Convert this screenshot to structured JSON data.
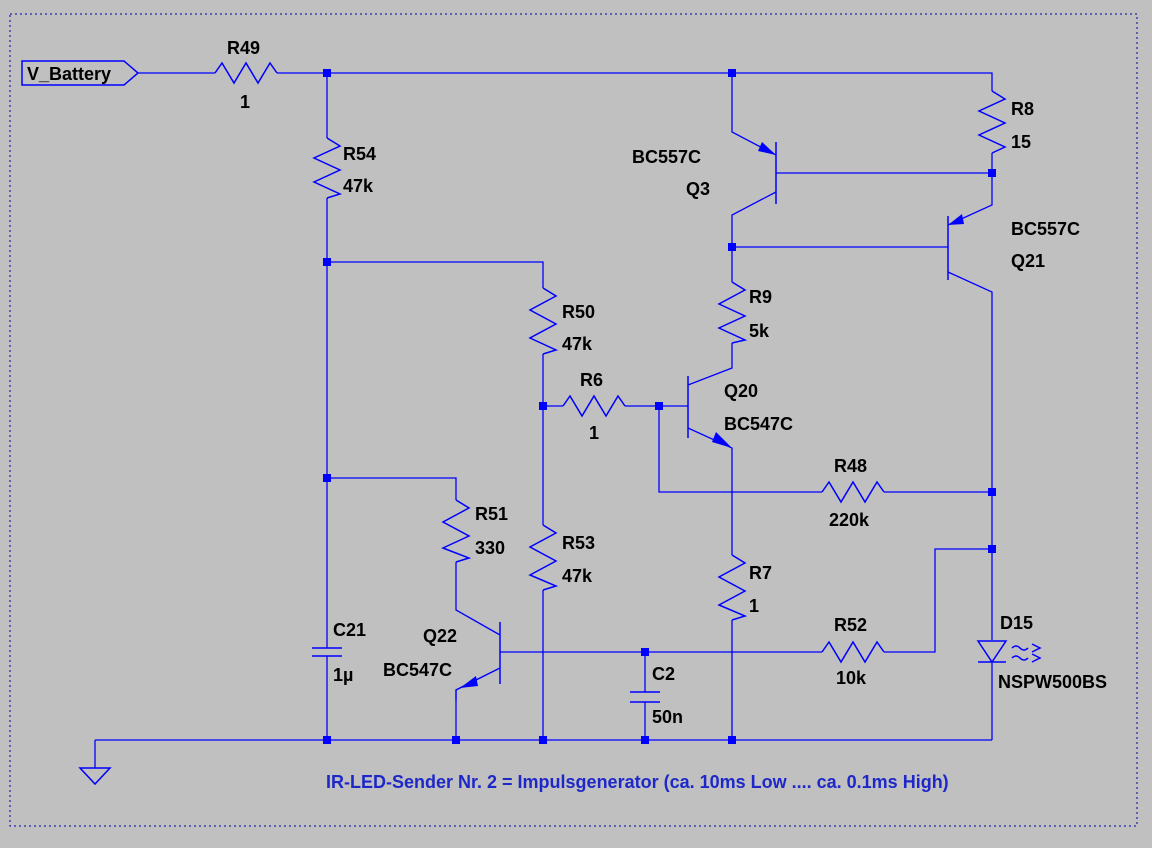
{
  "schematic": {
    "title": "IR-LED-Sender Nr. 2 = Impulsgenerator  (ca. 10ms Low ....  ca. 0.1ms High)",
    "net_label": "V_Battery",
    "colors": {
      "background": "#c0c0c0",
      "wire": "#0000ff",
      "text": "#000000",
      "title": "#1e28c8"
    },
    "components": {
      "r49": {
        "ref": "R49",
        "value": "1"
      },
      "r54": {
        "ref": "R54",
        "value": "47k"
      },
      "r8": {
        "ref": "R8",
        "value": "15"
      },
      "q3": {
        "model": "BC557C",
        "ref": "Q3"
      },
      "q21": {
        "model": "BC557C",
        "ref": "Q21"
      },
      "r50": {
        "ref": "R50",
        "value": "47k"
      },
      "r9": {
        "ref": "R9",
        "value": "5k"
      },
      "r6": {
        "ref": "R6",
        "value": "1"
      },
      "q20": {
        "ref": "Q20",
        "model": "BC547C"
      },
      "r48": {
        "ref": "R48",
        "value": "220k"
      },
      "r51": {
        "ref": "R51",
        "value": "330"
      },
      "r53": {
        "ref": "R53",
        "value": "47k"
      },
      "r7": {
        "ref": "R7",
        "value": "1"
      },
      "c21": {
        "ref": "C21",
        "value": "1µ"
      },
      "q22": {
        "ref": "Q22",
        "model": "BC547C"
      },
      "c2": {
        "ref": "C2",
        "value": "50n"
      },
      "r52": {
        "ref": "R52",
        "value": "10k"
      },
      "d15": {
        "ref": "D15",
        "model": "NSPW500BS"
      }
    }
  }
}
